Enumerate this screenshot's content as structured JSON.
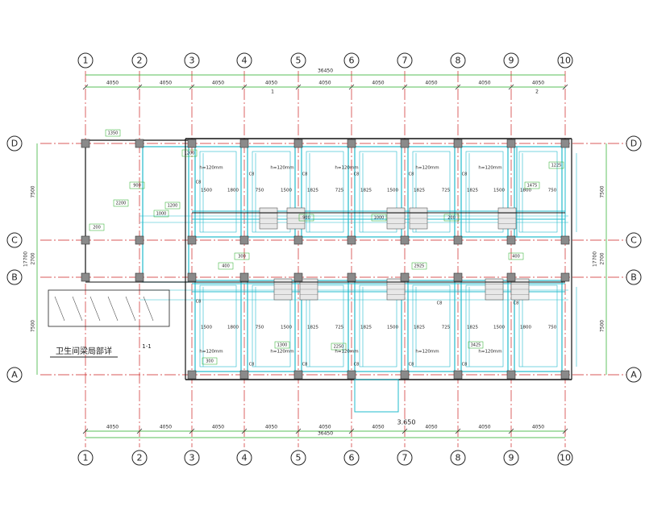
{
  "grid": {
    "columns": [
      "1",
      "2",
      "3",
      "4",
      "5",
      "6",
      "7",
      "8",
      "9",
      "10"
    ],
    "rows": [
      "D",
      "C",
      "B",
      "A"
    ],
    "bay_dims": [
      "4050",
      "4050",
      "4050",
      "4050",
      "4050",
      "4050",
      "4050",
      "4050",
      "4050"
    ],
    "total_length": "36450",
    "depth_dims": [
      "7500",
      "2700",
      "7500"
    ],
    "total_depth": "17700",
    "top_marks": [
      "1",
      "2"
    ]
  },
  "labels": {
    "slab_thickness": "h=120mm",
    "beam_tag": "C8",
    "bath_title": "卫生间梁局部详",
    "section_mark": "1-1",
    "elevation": "3.650"
  },
  "dims": {
    "span_row": [
      "1500",
      "1800",
      "750",
      "1500",
      "1825",
      "725",
      "1825",
      "1500",
      "1825",
      "725",
      "1825",
      "1500",
      "1800",
      "750"
    ],
    "small": [
      "1200",
      "900",
      "1000",
      "200",
      "300",
      "400",
      "1300",
      "2250",
      "2925",
      "3425",
      "1475",
      "1225",
      "1350",
      "2200"
    ]
  },
  "colors": {
    "background": "#ffffff",
    "wall": "#111111",
    "axis": "#cc2222",
    "dimension": "#22aa22",
    "rebar": "#22bbcc",
    "column": "#8a8a8a"
  }
}
